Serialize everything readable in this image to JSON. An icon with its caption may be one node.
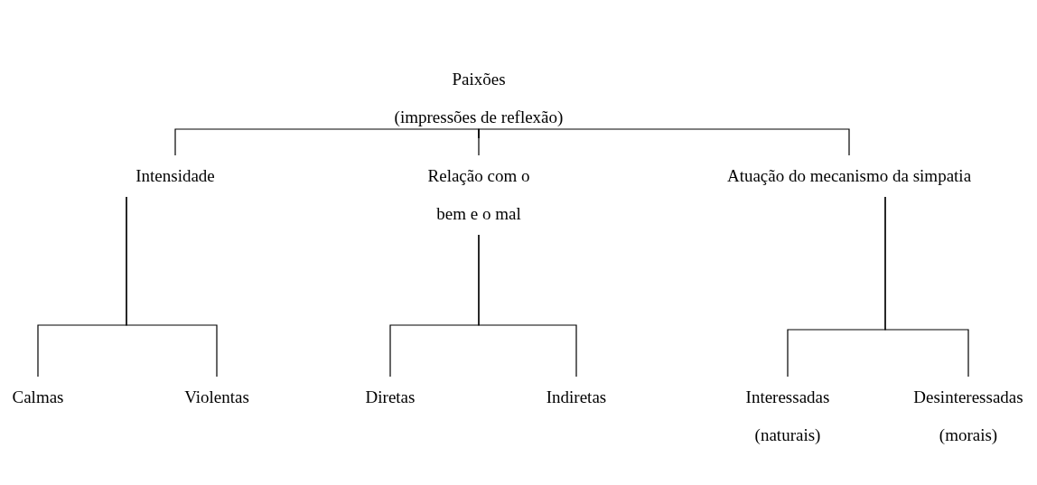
{
  "diagram": {
    "nodes": [
      {
        "text": [
          "Paixões",
          "(impressões de reflexão)"
        ]
      },
      {
        "text": [
          "Intensidade"
        ]
      },
      {
        "text": [
          "Relação com o bem e o mal"
        ]
      },
      {
        "text": [
          "Atuação do mecanismo da simpatia"
        ]
      },
      {
        "text": [
          "Calmas"
        ]
      },
      {
        "text": [
          "Violentas"
        ]
      },
      {
        "text": [
          "Diretas"
        ]
      },
      {
        "text": [
          "Indiretas"
        ]
      },
      {
        "text": [
          "Interessadas",
          "(naturais)"
        ]
      },
      {
        "text": [
          "Desinteressadas",
          "(morais)"
        ]
      }
    ],
    "edges": [
      {
        "from": 0,
        "to": 1,
        "arrow": "none"
      },
      {
        "from": 0,
        "to": 2,
        "arrow": "none"
      },
      {
        "from": 0,
        "to": 3,
        "arrow": "none"
      },
      {
        "from": 1,
        "to": 4,
        "arrow": "none"
      },
      {
        "from": 1,
        "to": 5,
        "arrow": "none"
      },
      {
        "from": 2,
        "to": 6,
        "arrow": "none"
      },
      {
        "from": 2,
        "to": 7,
        "arrow": "none"
      },
      {
        "from": 3,
        "to": 8,
        "arrow": "none"
      },
      {
        "from": 3,
        "to": 9,
        "arrow": "none"
      }
    ]
  }
}
